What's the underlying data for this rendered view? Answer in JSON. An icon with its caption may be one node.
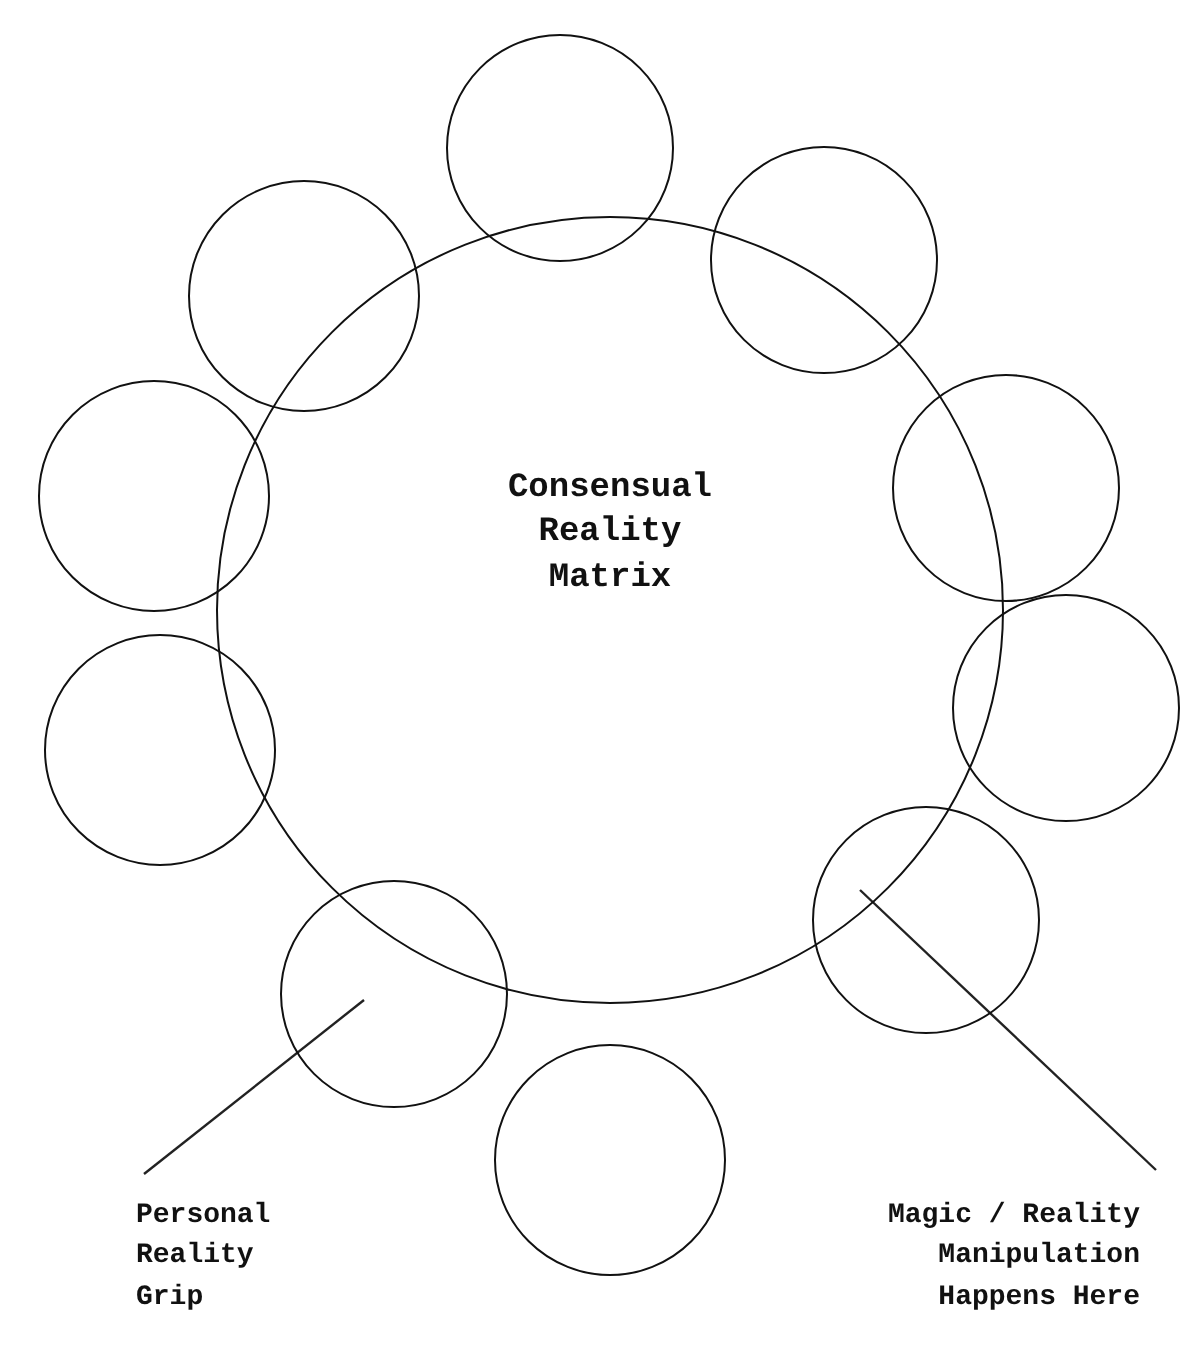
{
  "diagram": {
    "nodes": [
      {
        "text": [
          "Consensual Reality Matrix"
        ]
      },
      {
        "text": [],
        "shape": "circle"
      },
      {
        "text": [],
        "shape": "circle"
      },
      {
        "text": [],
        "shape": "circle"
      },
      {
        "text": [],
        "shape": "circle"
      },
      {
        "text": [],
        "shape": "circle"
      },
      {
        "text": [],
        "shape": "circle"
      },
      {
        "text": [],
        "shape": "circle"
      },
      {
        "text": [],
        "shape": "circle"
      },
      {
        "text": [],
        "shape": "circle"
      },
      {
        "text": [],
        "shape": "circle"
      },
      {
        "text": [
          "Personal Reality Grip"
        ]
      },
      {
        "text": [
          "Magic / Reality Manipulation Happens Here"
        ]
      }
    ],
    "edges": [
      {
        "from": 11,
        "to": 7,
        "arrow": "none"
      },
      {
        "from": 12,
        "to": 5,
        "arrow": "none"
      }
    ]
  }
}
